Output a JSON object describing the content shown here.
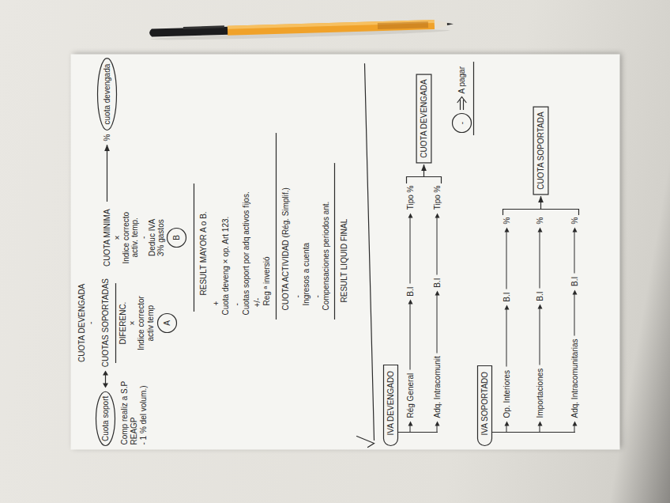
{
  "diagram": {
    "nodes": [
      {
        "text": [
          "Cuota soport"
        ]
      },
      {
        "text": [
          "cuota devengada"
        ]
      },
      {
        "text": [
          "A"
        ]
      },
      {
        "text": [
          "B"
        ]
      },
      {
        "text": [
          "IVA DEVENGADO"
        ]
      },
      {
        "text": [
          "CUOTA DEVENGADA"
        ]
      },
      {
        "text": [
          "-"
        ]
      },
      {
        "text": [
          "IVA SOPORTADO"
        ]
      },
      {
        "text": [
          "CUOTA SOPORTADA"
        ]
      }
    ],
    "labels": [
      "CUOTA DEVENGADA",
      "-",
      "CUOTAS SOPORTADAS",
      "Comp realiz a S.P",
      "REAGP",
      "- 1 % del volum.)",
      "DIFERENC.",
      "×",
      "Indice corrector",
      "activ temp",
      "CUOTA MINIMA",
      "×",
      "Indice correcto",
      "activ. temp.",
      "-",
      "Deduc IVA",
      "3% gastos",
      "%",
      "RESULT MAYOR A o B.",
      "+",
      "Cuota deveng × op. Art 123.",
      "-",
      "Cuotas soport por adq activos fijos.",
      "+/-",
      "Reg ª inversió",
      "CUOTA ACTIVIDAD (Rég. Simplif.)",
      "-",
      "Ingresos a cuenta",
      "-",
      "Compensaciones periodos ant.",
      "RESULT LIQUID FINAL",
      "Rég General",
      "B.I",
      "Tipo %",
      "Adq. Intracomunit",
      "B.I",
      "Tipo %",
      "A pagar",
      "Op. Interiores",
      "B.I",
      "%",
      "Importaciones",
      "B.I",
      "%",
      "Adq. Intracomunitarias",
      "B.I",
      "%"
    ]
  }
}
